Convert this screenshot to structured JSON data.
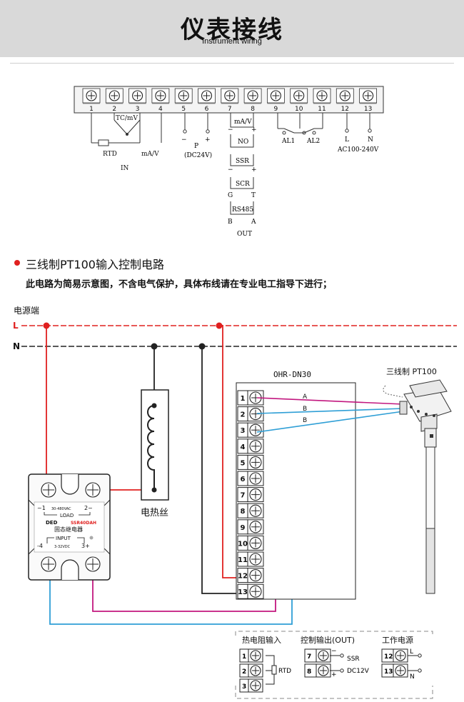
{
  "header": {
    "title": "仪表接线",
    "subtitle": "Instrument wiring"
  },
  "terminal_strip": {
    "numbers": [
      "1",
      "2",
      "3",
      "4",
      "5",
      "6",
      "7",
      "8",
      "9",
      "10",
      "11",
      "12",
      "13"
    ],
    "labels": {
      "tc": "TC/mV",
      "rtd": "RTD",
      "ma_in": "mA/V",
      "in": "IN",
      "p": "P",
      "dc24v": "(DC24V)",
      "ma_out": "mA/V",
      "no": "NO",
      "ssr": "SSR",
      "scr": "SCR",
      "g": "G",
      "t": "T",
      "rs485": "RS485",
      "b": "B",
      "a": "A",
      "out": "OUT",
      "al1": "AL1",
      "al2": "AL2",
      "l": "L",
      "n": "N",
      "ac": "AC100-240V"
    }
  },
  "section": {
    "title": "三线制PT100输入控制电路",
    "note": "此电路为简易示意图，不含电气保护，具体布线请在专业电工指导下进行；"
  },
  "circuit": {
    "power_label": "电源端",
    "line_l": "L",
    "line_n": "N",
    "controller_name": "OHR-DN30",
    "sensor_label": "三线制 PT100",
    "heater_label": "电热丝",
    "wire_a": "A",
    "wire_b1": "B",
    "wire_b2": "B",
    "terminals": [
      "1",
      "2",
      "3",
      "4",
      "5",
      "6",
      "7",
      "8",
      "9",
      "10",
      "11",
      "12",
      "13"
    ],
    "ssr": {
      "t1": "~1",
      "voltage": "30-480VAC",
      "t2": "2~",
      "load": "LOAD",
      "brand": "DED",
      "model": "SSR40DAH",
      "name": "固态继电器",
      "input": "INPUT",
      "t4": "-4",
      "dc": "3-32VDC",
      "t3": "3+"
    }
  },
  "legend": {
    "rtd_title": "热电阻输入",
    "out_title": "控制输出(OUT)",
    "power_title": "工作电源",
    "rtd": "RTD",
    "ssr": "SSR",
    "dc12v": "DC12V",
    "l": "L",
    "n": "N",
    "t1": "1",
    "t2": "2",
    "t3": "3",
    "t7": "7",
    "t8": "8",
    "t12": "12",
    "t13": "13"
  },
  "colors": {
    "red": "#e0201f",
    "magenta": "#c2177f",
    "blue": "#2f9fd6",
    "black": "#222222"
  }
}
